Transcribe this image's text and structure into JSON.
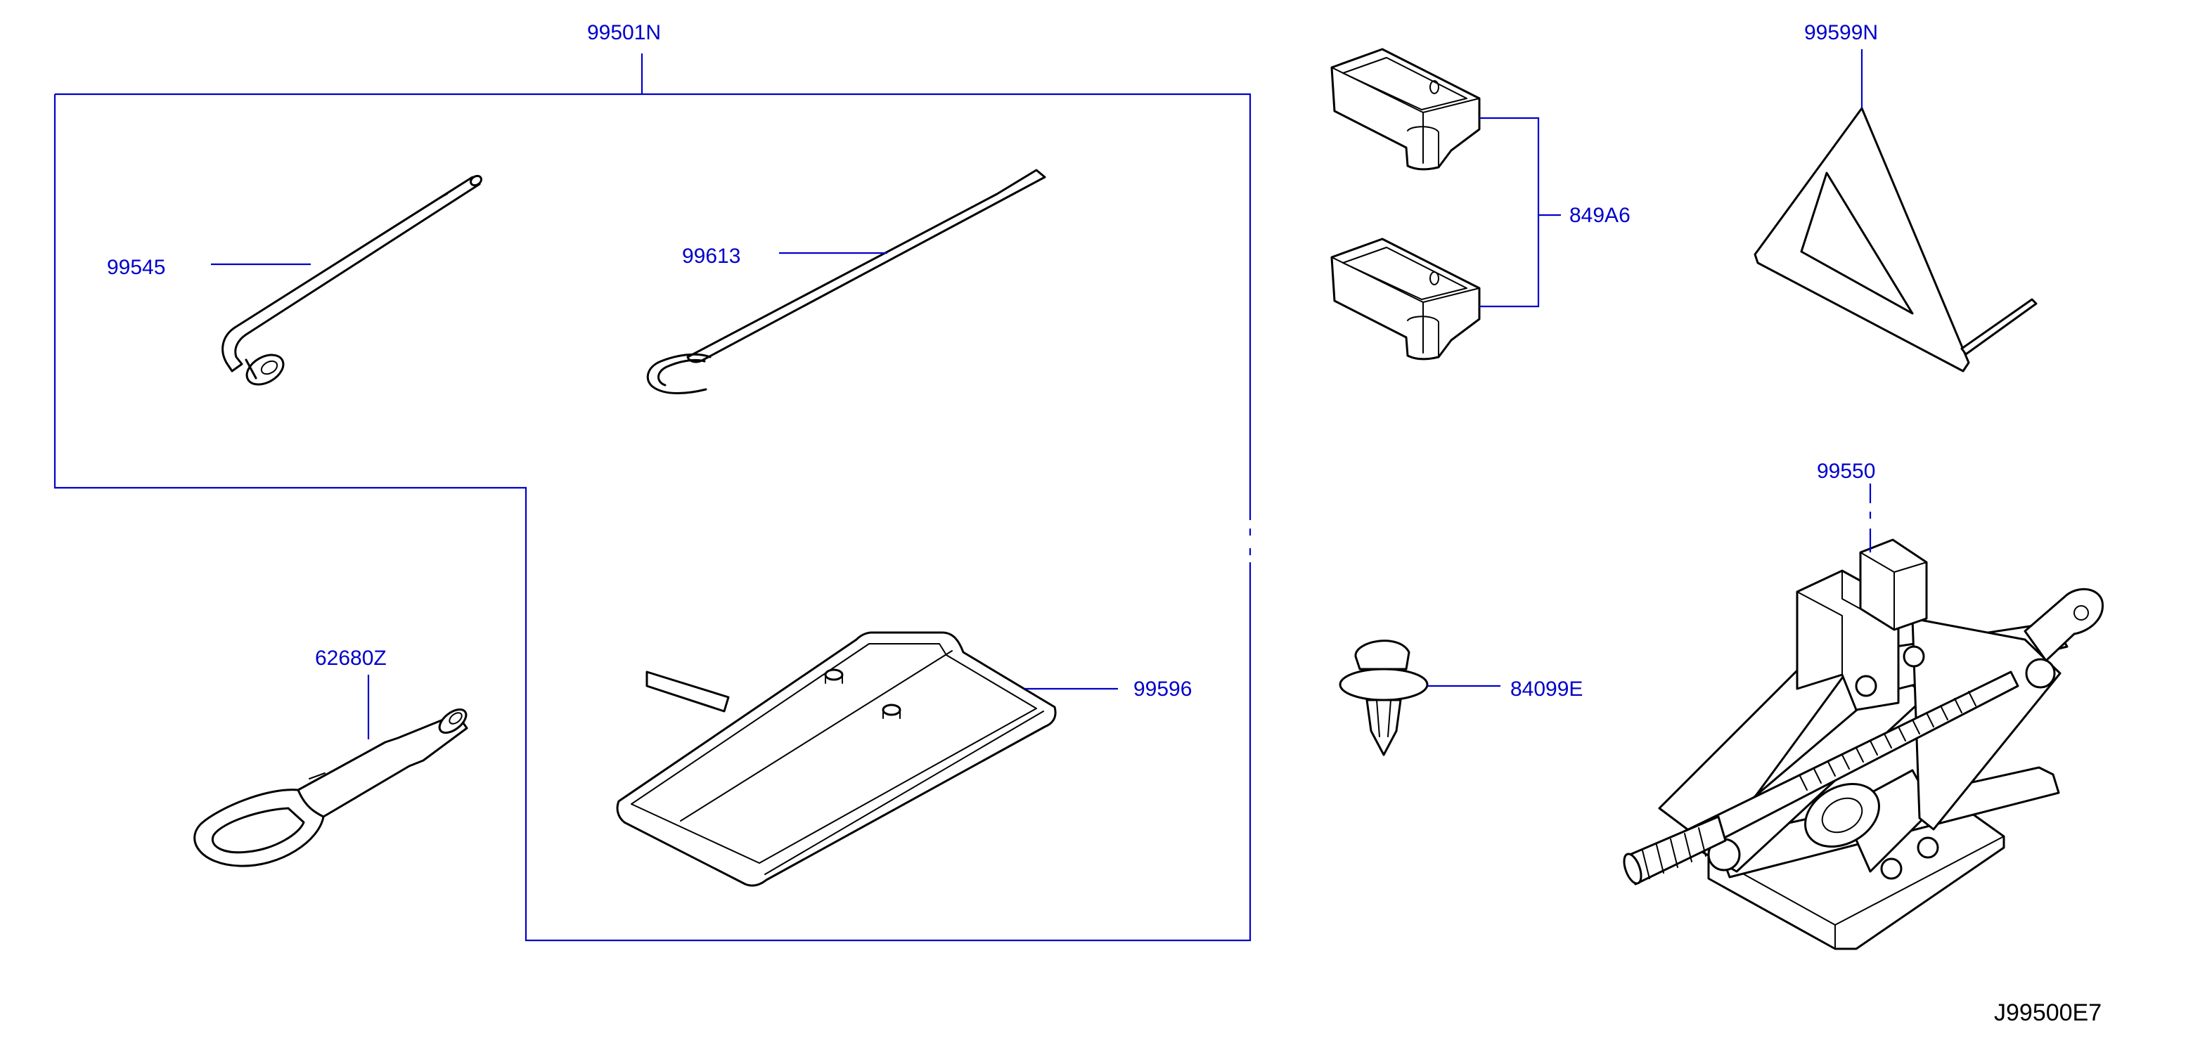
{
  "diagram": {
    "reference_code": "J99500E7",
    "parts": [
      {
        "key": "kit",
        "number": "99501N"
      },
      {
        "key": "wheel_wrench",
        "number": "99545"
      },
      {
        "key": "jack_handle",
        "number": "99613"
      },
      {
        "key": "tow_hook",
        "number": "62680Z"
      },
      {
        "key": "tool_tray",
        "number": "99596"
      },
      {
        "key": "jack_holder",
        "number": "849A6"
      },
      {
        "key": "warning_triangle",
        "number": "99599N"
      },
      {
        "key": "jack",
        "number": "99550"
      },
      {
        "key": "clip",
        "number": "84099E"
      }
    ],
    "colors": {
      "label": "#0000cc",
      "line": "#000000",
      "background": "#ffffff"
    }
  }
}
